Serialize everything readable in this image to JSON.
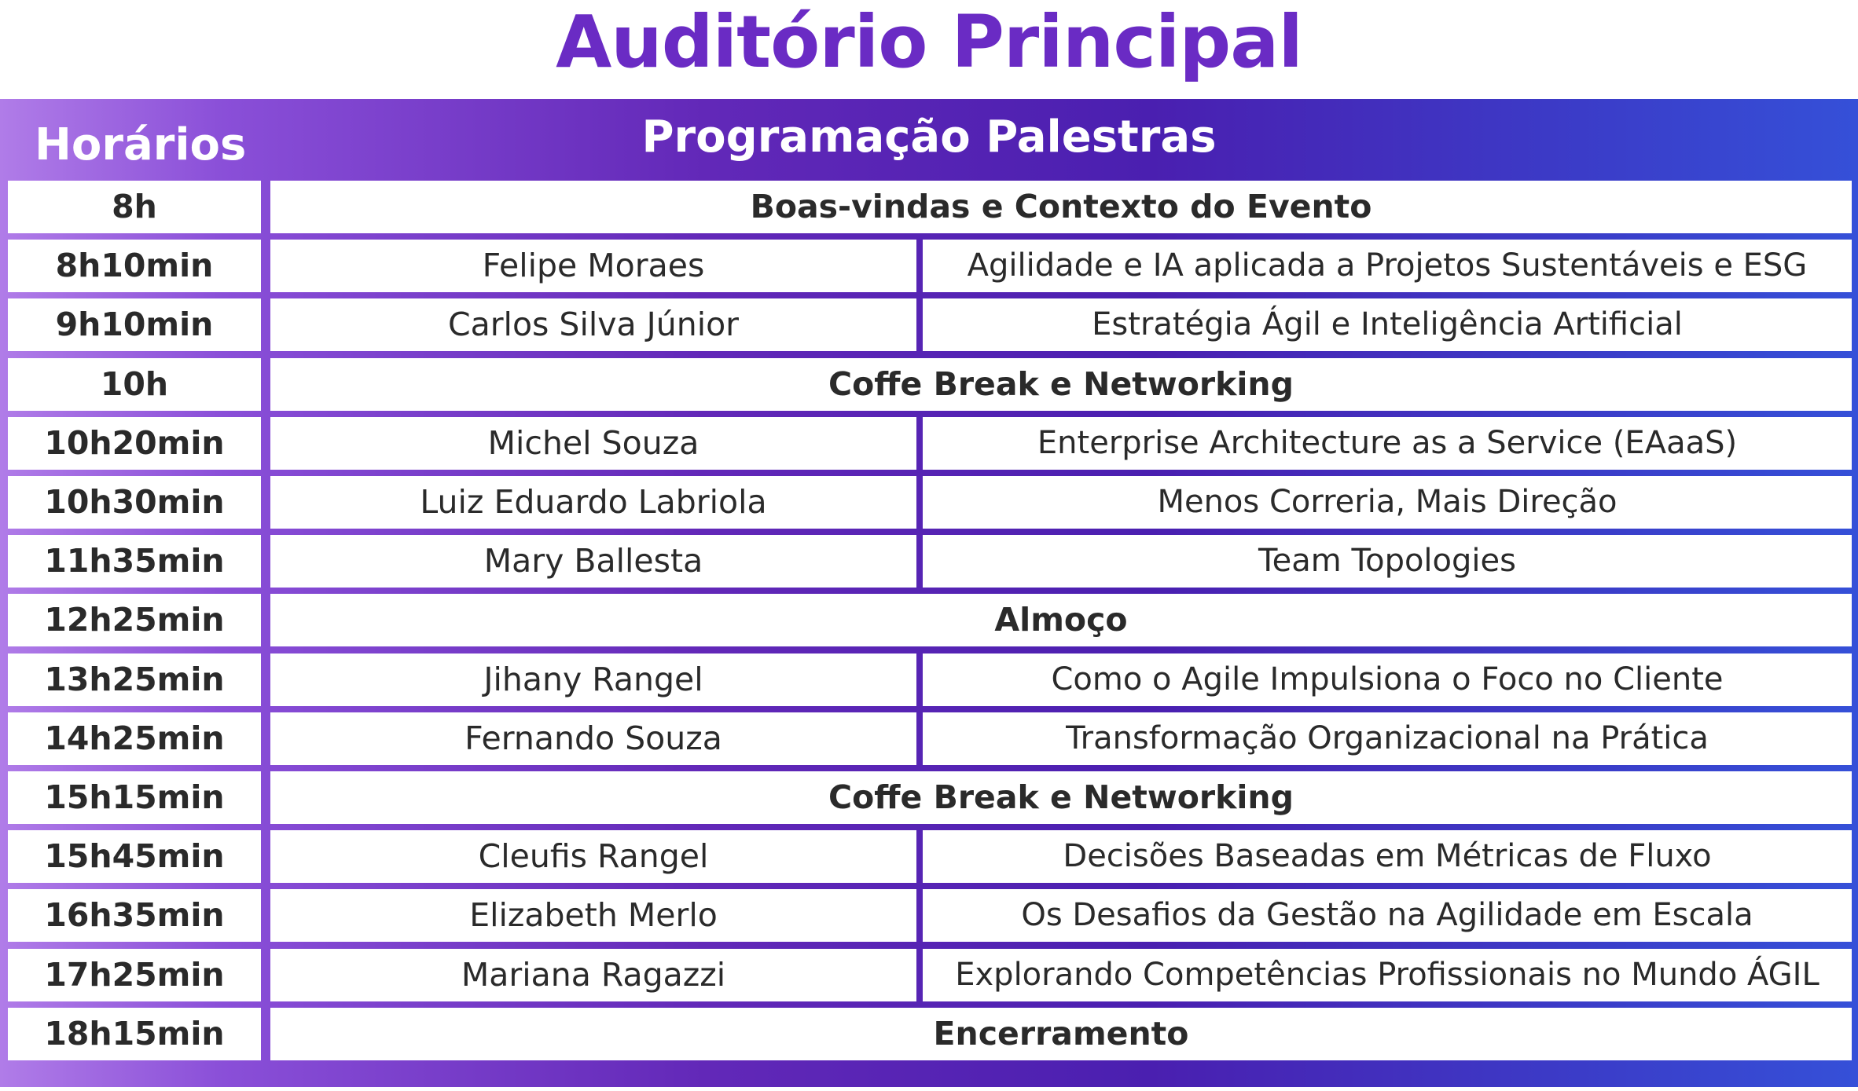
{
  "title": "Auditório Principal",
  "header": {
    "horarios": "Horários",
    "programacao": "Programação Palestras"
  },
  "rows": [
    {
      "time": "8h",
      "label": "Boas-vindas e Contexto do Evento"
    },
    {
      "time": "8h10min",
      "speaker": "Felipe Moraes",
      "talk": "Agilidade e IA aplicada a Projetos Sustentáveis e ESG"
    },
    {
      "time": "9h10min",
      "speaker": "Carlos Silva Júnior",
      "talk": "Estratégia Ágil e Inteligência Artificial"
    },
    {
      "time": "10h",
      "label": "Coffe Break e Networking"
    },
    {
      "time": "10h20min",
      "speaker": "Michel Souza",
      "talk": "Enterprise Architecture as a Service (EAaaS)"
    },
    {
      "time": "10h30min",
      "speaker": "Luiz Eduardo Labriola",
      "talk": "Menos Correria, Mais Direção"
    },
    {
      "time": "11h35min",
      "speaker": "Mary Ballesta",
      "talk": "Team Topologies"
    },
    {
      "time": "12h25min",
      "label": "Almoço"
    },
    {
      "time": "13h25min",
      "speaker": "Jihany Rangel",
      "talk": "Como o Agile Impulsiona o Foco no Cliente"
    },
    {
      "time": "14h25min",
      "speaker": "Fernando Souza",
      "talk": "Transformação Organizacional na Prática"
    },
    {
      "time": "15h15min",
      "label": "Coffe Break e Networking"
    },
    {
      "time": "15h45min",
      "speaker": "Cleufis Rangel",
      "talk": "Decisões Baseadas em Métricas de Fluxo"
    },
    {
      "time": "16h35min",
      "speaker": "Elizabeth Merlo",
      "talk": "Os Desafios da Gestão na Agilidade em Escala"
    },
    {
      "time": "17h25min",
      "speaker": "Mariana Ragazzi",
      "talk": "Explorando Competências Profissionais no Mundo ÁGIL"
    },
    {
      "time": "18h15min",
      "label": "Encerramento"
    }
  ],
  "colors": {
    "title": "#6a2bc4",
    "gradient_start": "#b07ce8",
    "gradient_mid": "#4a1fb0",
    "gradient_end": "#3550d8",
    "cell_text": "#2a2a2a"
  }
}
